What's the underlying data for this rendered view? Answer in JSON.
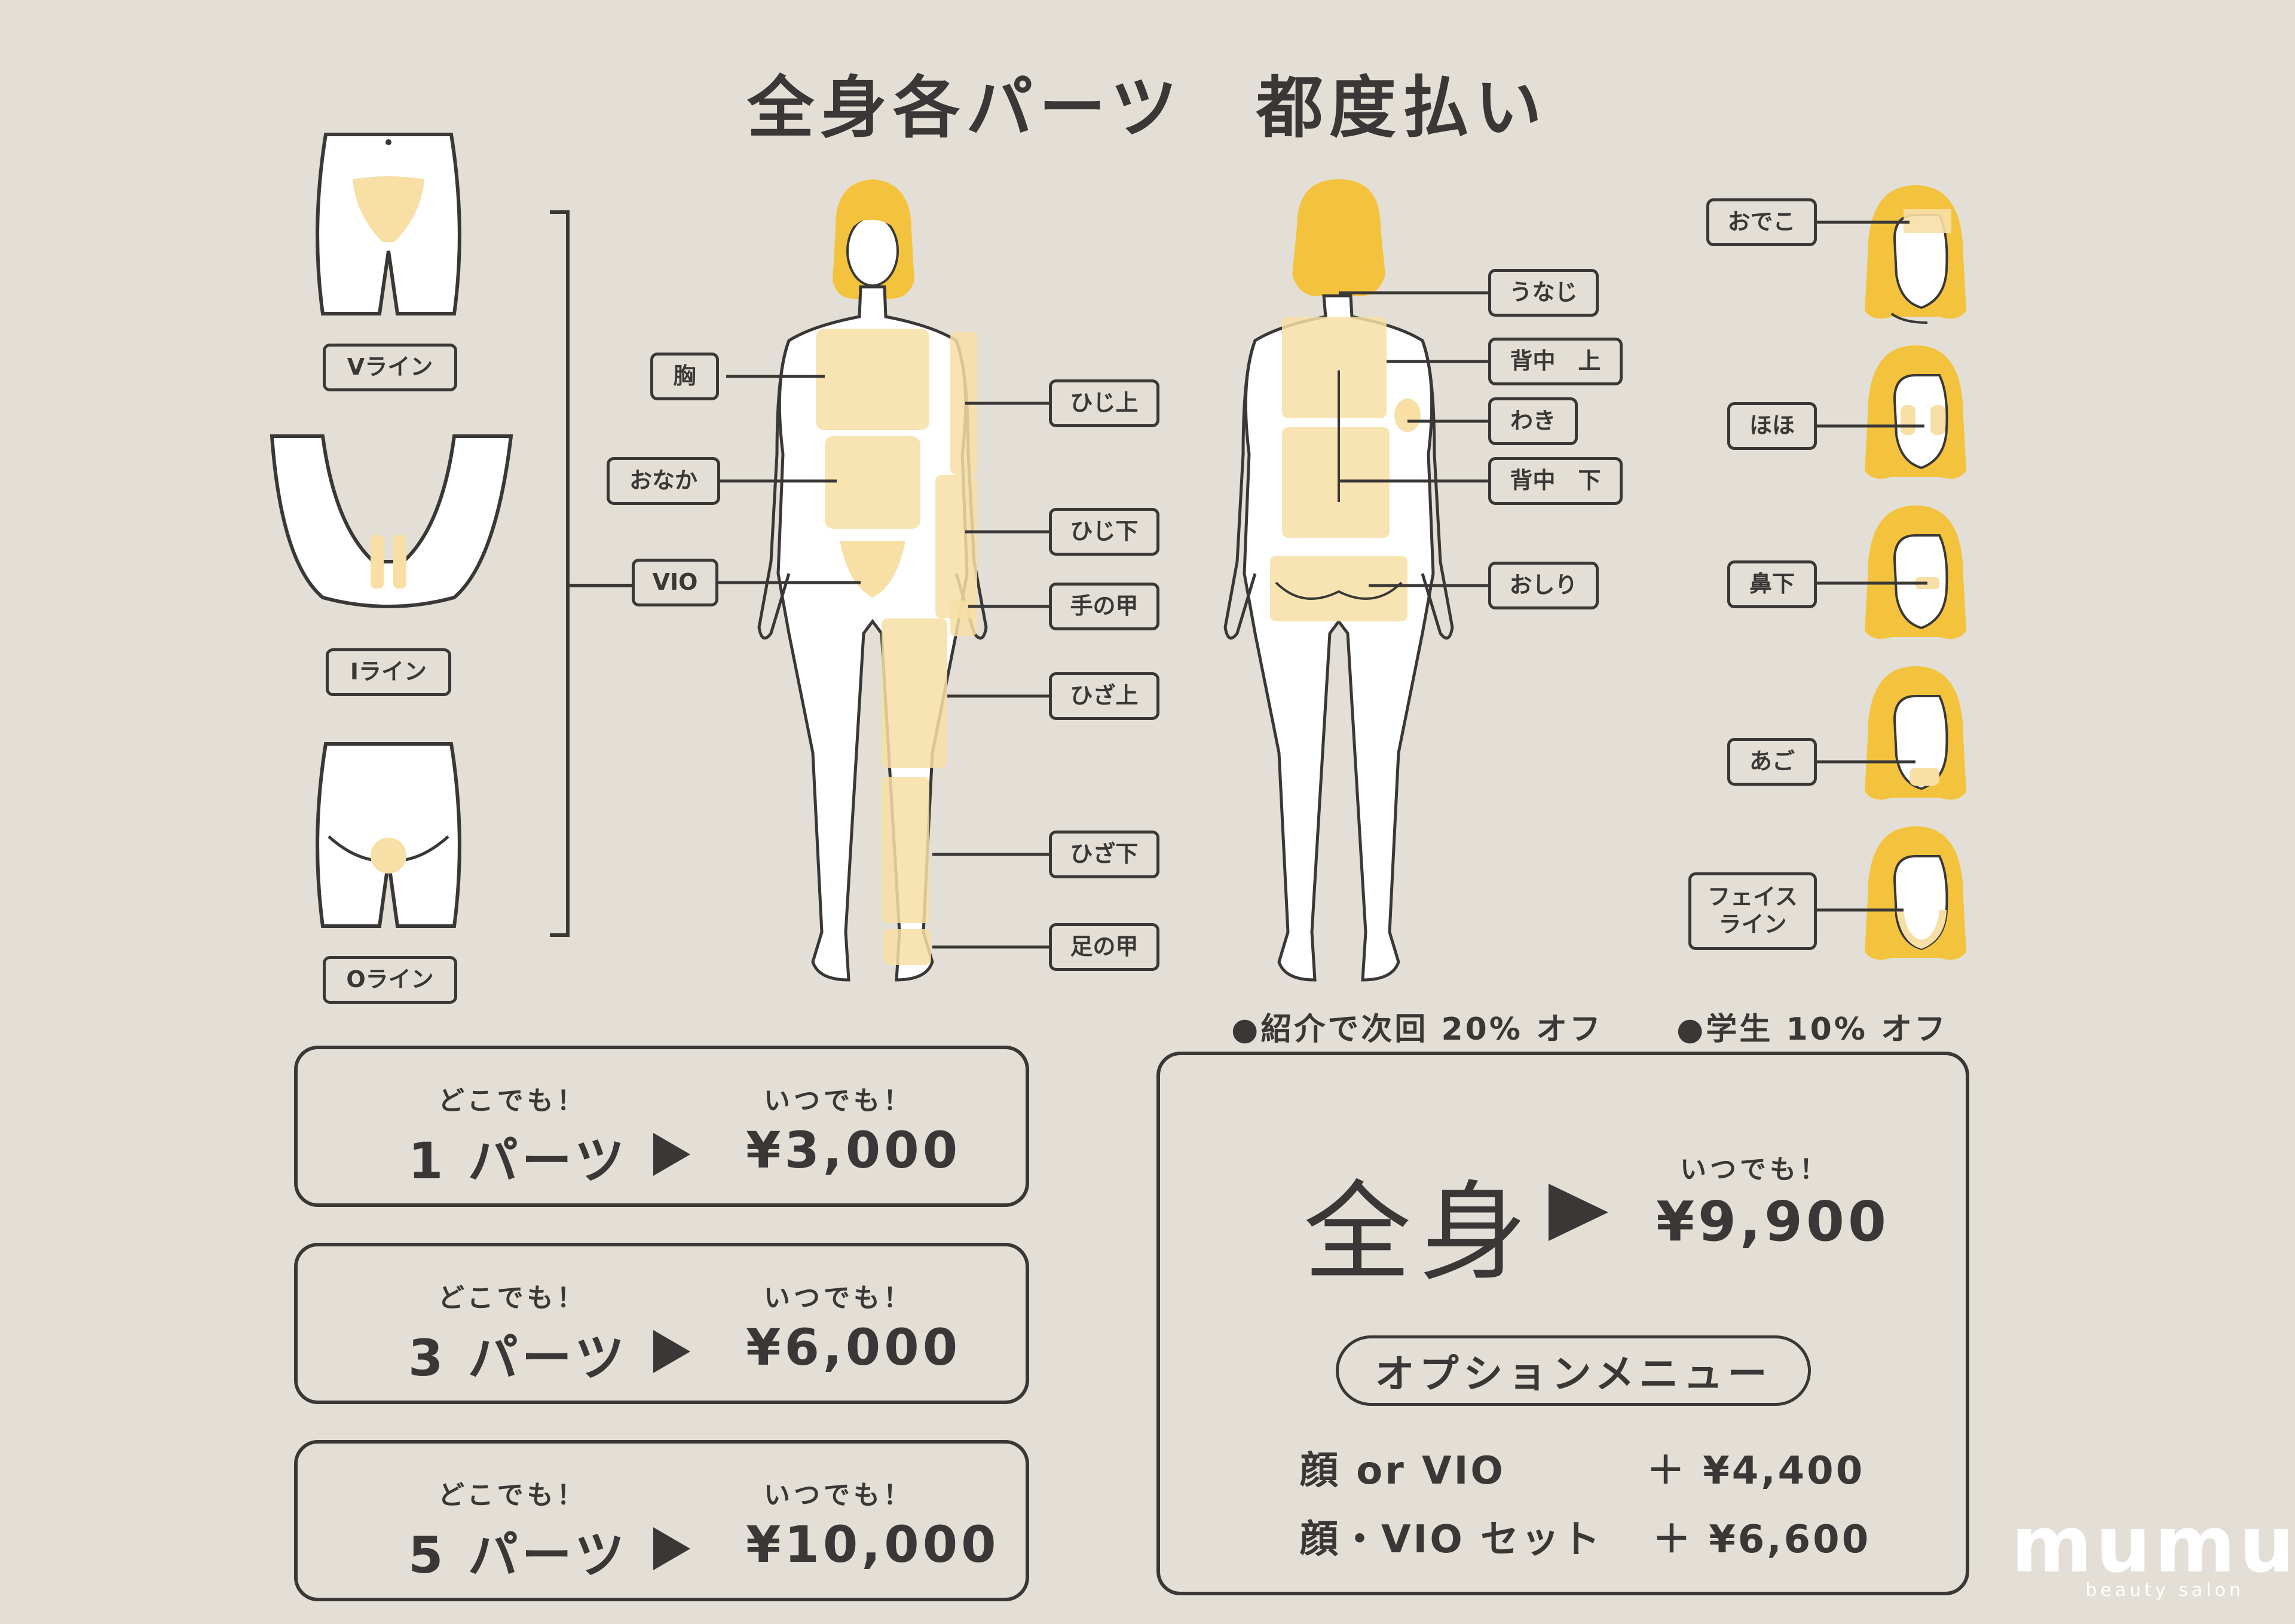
{
  "title": "全身各パーツ　都度払い",
  "labels": {
    "v_line": "Vライン",
    "i_line": "Iライン",
    "o_line": "Oライン",
    "mune": "胸",
    "onaka": "おなか",
    "vio": "VIO",
    "hiji_ue": "ひじ上",
    "hiji_shita": "ひじ下",
    "te_no_ko": "手の甲",
    "hiza_ue": "ひざ上",
    "hiza_shita": "ひざ下",
    "ashi_no_ko": "足の甲",
    "unaji": "うなじ",
    "senaka_ue": "背中　上",
    "waki": "わき",
    "senaka_shita": "背中　下",
    "oshiri": "おしり",
    "odeko": "おでこ",
    "hoho": "ほほ",
    "hanashita": "鼻下",
    "ago": "あご",
    "face_line": "フェイス\nライン"
  },
  "notes": {
    "referral": "●紹介で次回 20% オフ",
    "student": "●学生 10% オフ"
  },
  "plans": [
    {
      "tag_left": "どこでも！",
      "tag_right": "いつでも！",
      "parts": "1 パーツ",
      "price": "¥3,000"
    },
    {
      "tag_left": "どこでも！",
      "tag_right": "いつでも！",
      "parts": "3 パーツ",
      "price": "¥6,000"
    },
    {
      "tag_left": "どこでも！",
      "tag_right": "いつでも！",
      "parts": "5 パーツ",
      "price": "¥10,000"
    }
  ],
  "full_body": {
    "label": "全身",
    "tag": "いつでも！",
    "price": "¥9,900",
    "option_title": "オプションメニュー",
    "options": [
      {
        "name": "顔 or VIO",
        "price": "＋ ¥4,400"
      },
      {
        "name": "顔・VIO セット",
        "price": "＋ ¥6,600"
      }
    ]
  },
  "brand": {
    "name": "mumu",
    "sub": "beauty salon"
  },
  "colors": {
    "background": "#e3dfd6",
    "ink": "#3a3836",
    "hair": "#f3c33d",
    "highlight": "#f7dfa6",
    "skin": "#ffffff"
  }
}
